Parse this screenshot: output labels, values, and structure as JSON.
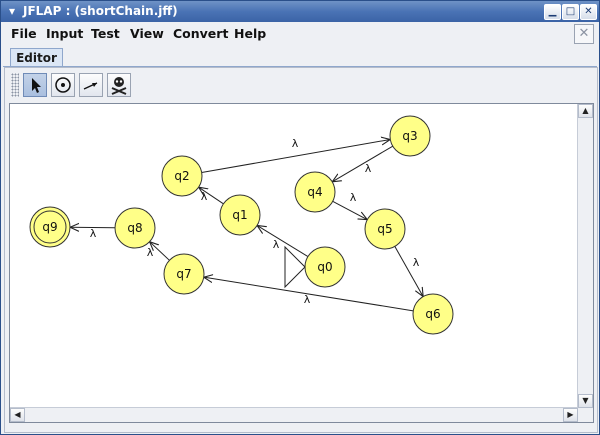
{
  "window": {
    "title": "JFLAP : (shortChain.jff)"
  },
  "menubar": {
    "items": [
      "File",
      "Input",
      "Test",
      "View",
      "Convert",
      "Help"
    ]
  },
  "tabs": [
    {
      "label": "Editor"
    }
  ],
  "toolbar": {
    "tools": [
      "attribute-editor-icon",
      "state-creator-icon",
      "transition-creator-icon",
      "deleter-icon"
    ]
  },
  "automaton": {
    "states": [
      {
        "id": "q0",
        "initial": true,
        "final": false
      },
      {
        "id": "q1",
        "initial": false,
        "final": false
      },
      {
        "id": "q2",
        "initial": false,
        "final": false
      },
      {
        "id": "q3",
        "initial": false,
        "final": false
      },
      {
        "id": "q4",
        "initial": false,
        "final": false
      },
      {
        "id": "q5",
        "initial": false,
        "final": false
      },
      {
        "id": "q6",
        "initial": false,
        "final": false
      },
      {
        "id": "q7",
        "initial": false,
        "final": false
      },
      {
        "id": "q8",
        "initial": false,
        "final": false
      },
      {
        "id": "q9",
        "initial": false,
        "final": true
      }
    ],
    "transitions": [
      {
        "from": "q0",
        "to": "q1",
        "label": "λ"
      },
      {
        "from": "q1",
        "to": "q2",
        "label": "λ"
      },
      {
        "from": "q2",
        "to": "q3",
        "label": "λ"
      },
      {
        "from": "q3",
        "to": "q4",
        "label": "λ"
      },
      {
        "from": "q4",
        "to": "q5",
        "label": "λ"
      },
      {
        "from": "q5",
        "to": "q6",
        "label": "λ"
      },
      {
        "from": "q6",
        "to": "q7",
        "label": "λ"
      },
      {
        "from": "q7",
        "to": "q8",
        "label": "λ"
      },
      {
        "from": "q8",
        "to": "q9",
        "label": "λ"
      }
    ]
  },
  "colors": {
    "state_fill": "#ffff88",
    "state_stroke": "#333333",
    "title_bar": "#4a73b5",
    "tab": "#dbe6f5"
  }
}
